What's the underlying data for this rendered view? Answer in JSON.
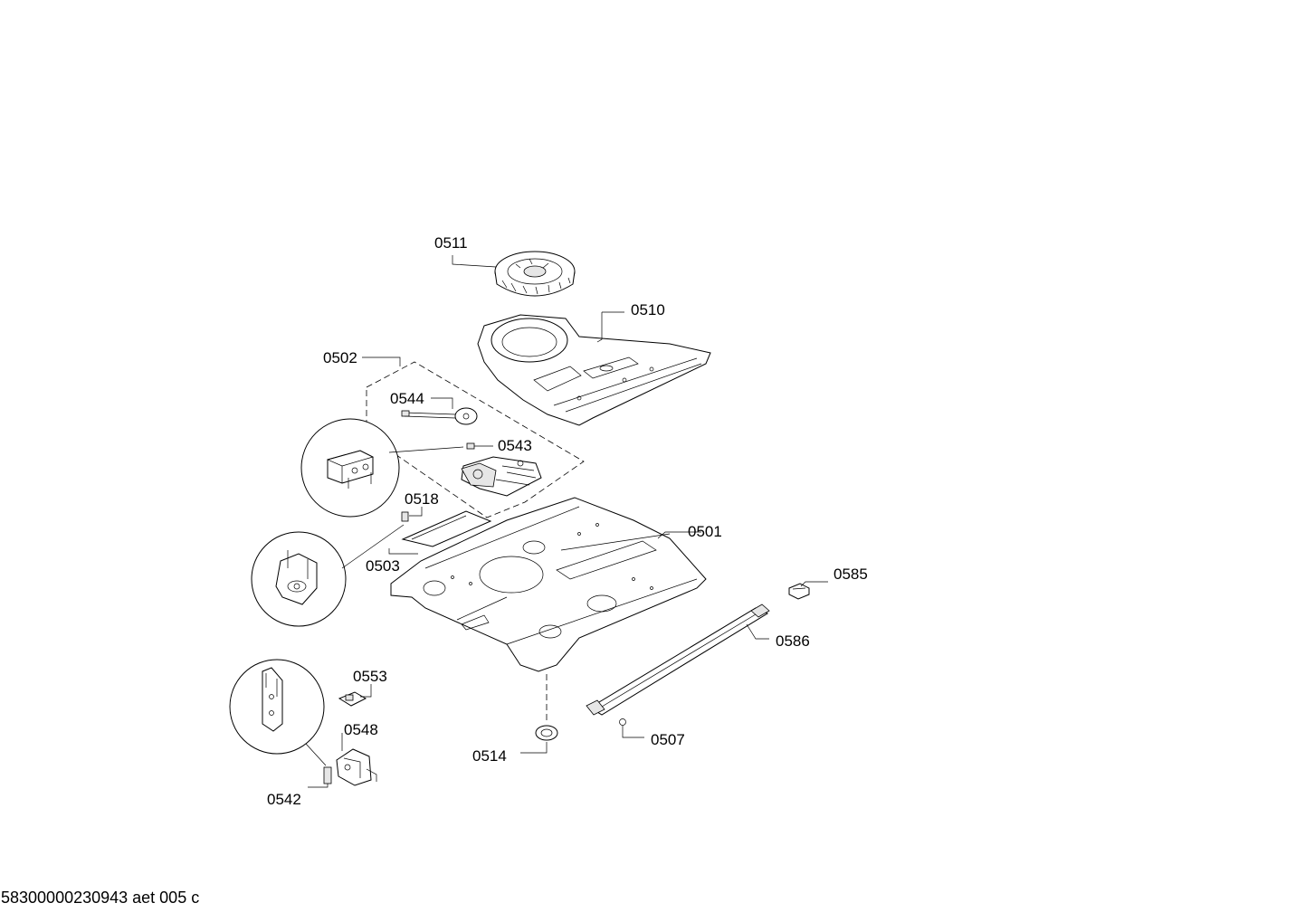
{
  "labels": {
    "p0511": "0511",
    "p0510": "0510",
    "p0502": "0502",
    "p0544": "0544",
    "p0543": "0543",
    "p0518": "0518",
    "p0503": "0503",
    "p0501": "0501",
    "p0585": "0585",
    "p0586": "0586",
    "p0553": "0553",
    "p0548": "0548",
    "p0542": "0542",
    "p0514": "0514",
    "p0507": "0507"
  },
  "footer": {
    "code": "58300000230943 aet 005 c"
  }
}
